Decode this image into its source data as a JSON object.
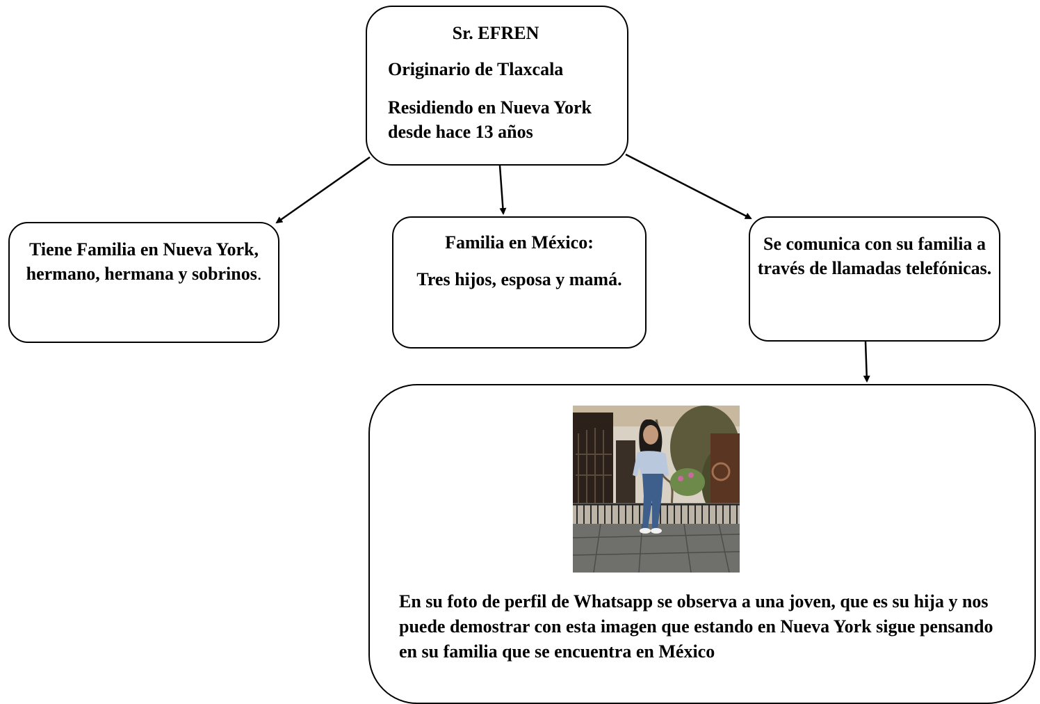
{
  "root": {
    "title": "Sr. EFREN",
    "origin": "Originario de Tlaxcala",
    "residence": "Residiendo en Nueva York desde hace 13 años"
  },
  "family_ny": {
    "text": "Tiene Familia en Nueva York, hermano, hermana y sobrinos",
    "period": "."
  },
  "family_mexico": {
    "heading": "Familia en México:",
    "members": "Tres hijos, esposa y mamá."
  },
  "communication": {
    "text": "Se comunica con su familia a través de llamadas telefónicas."
  },
  "whatsapp": {
    "caption": "En su foto de perfil de Whatsapp se observa a una joven, que es su hija y nos puede demostrar con esta imagen que estando en Nueva York sigue pensando en su familia que se encuentra en México"
  },
  "colors": {
    "stroke": "#000000",
    "background": "#ffffff"
  }
}
